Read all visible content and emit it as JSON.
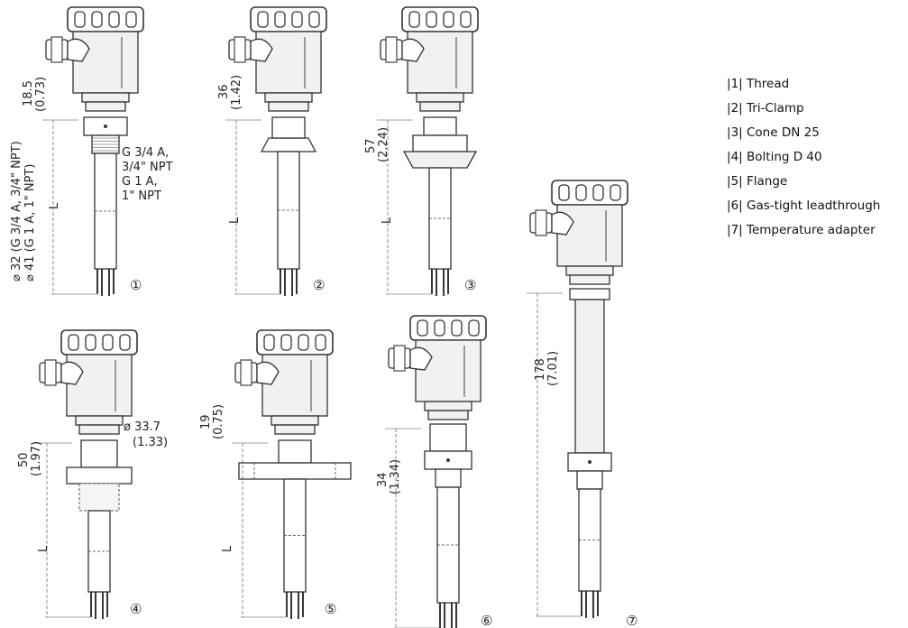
{
  "legend": [
    {
      "num": "1",
      "label": "Thread"
    },
    {
      "num": "2",
      "label": "Tri-Clamp"
    },
    {
      "num": "3",
      "label": "Cone DN 25"
    },
    {
      "num": "4",
      "label": "Bolting D 40"
    },
    {
      "num": "5",
      "label": "Flange"
    },
    {
      "num": "6",
      "label": "Gas-tight leadthrough"
    },
    {
      "num": "7",
      "label": "Temperature adapter"
    }
  ],
  "variants": [
    {
      "id": "1",
      "marker": "①",
      "dim_main": "18.5",
      "dim_sub": "(0.73)",
      "length": "L",
      "thread_notes": [
        "G 3/4 A,",
        "3/4\" NPT",
        "G 1 A,",
        "1\" NPT"
      ],
      "wrench_notes": [
        "⌀ 32 (G 3/4 A, 3/4\" NPT)",
        "⌀ 41 (G 1 A, 1\" NPT)"
      ]
    },
    {
      "id": "2",
      "marker": "②",
      "dim_main": "36",
      "dim_sub": "(1.42)",
      "length": "L"
    },
    {
      "id": "3",
      "marker": "③",
      "dim_main": "57",
      "dim_sub": "(2.24)",
      "length": "L"
    },
    {
      "id": "4",
      "marker": "④",
      "dim_main": "50",
      "dim_sub": "(1.97)",
      "length": "L",
      "dia_main": "ø 33.7",
      "dia_sub": "(1.33)"
    },
    {
      "id": "5",
      "marker": "⑤",
      "dim_main": "19",
      "dim_sub": "(0.75)",
      "length": "L"
    },
    {
      "id": "6",
      "marker": "⑥",
      "dim_main": "34",
      "dim_sub": "(1.34)"
    },
    {
      "id": "7",
      "marker": "⑦",
      "dim_main": "178",
      "dim_sub": "(7.01)"
    }
  ]
}
